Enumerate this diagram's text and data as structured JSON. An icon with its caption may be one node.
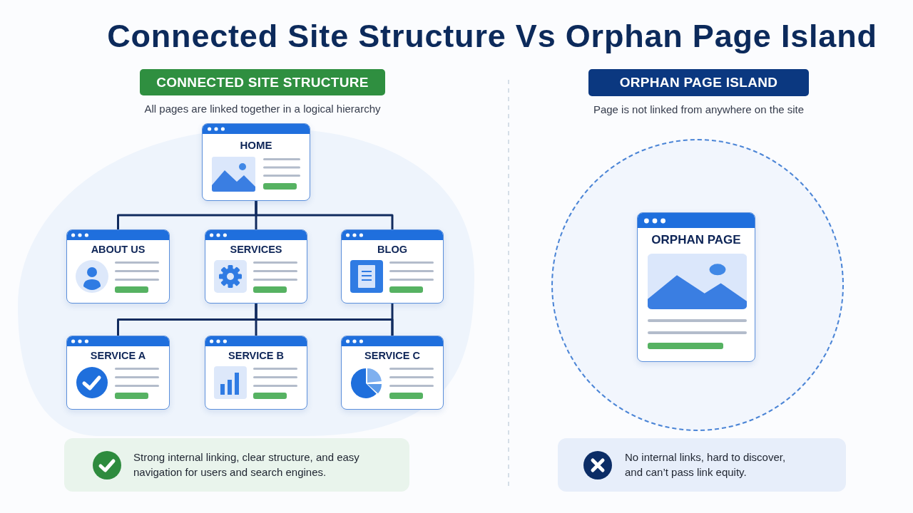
{
  "diagram": {
    "title": "Connected Site Structure Vs Orphan Page Island",
    "nodes": [
      {
        "text": [
          "CONNECTED SITE STRUCTURE"
        ],
        "beside": [
          "All pages are linked together in a logical hierarchy"
        ]
      },
      {
        "text": [
          "ORPHAN PAGE ISLAND"
        ],
        "beside": [
          "Page is not linked from anywhere on the site"
        ]
      },
      {
        "text": [
          "HOME"
        ]
      },
      {
        "text": [
          "ABOUT US"
        ]
      },
      {
        "text": [
          "SERVICES"
        ]
      },
      {
        "text": [
          "BLOG"
        ]
      },
      {
        "text": [
          "SERVICE A"
        ]
      },
      {
        "text": [
          "SERVICE B"
        ]
      },
      {
        "text": [
          "SERVICE C"
        ]
      },
      {
        "text": [],
        "shape": "circle"
      },
      {
        "text": [
          "ORPHAN PAGE"
        ],
        "in": 9
      },
      {
        "text": [
          "Strong internal linking, clear structure, and easy navigation for users and search engines."
        ]
      },
      {
        "text": [
          "No internal links, hard to discover, and can’t pass link equity."
        ]
      }
    ],
    "edges": [
      {
        "from": 2,
        "to": 3,
        "arrow": "none"
      },
      {
        "from": 2,
        "to": 4,
        "arrow": "none"
      },
      {
        "from": 2,
        "to": 5,
        "arrow": "none"
      },
      {
        "from": 4,
        "to": 6,
        "arrow": "none"
      },
      {
        "from": 4,
        "to": 7,
        "arrow": "none"
      },
      {
        "from": 4,
        "to": 8,
        "arrow": "none"
      },
      {
        "from": 5,
        "to": 8,
        "arrow": "none"
      }
    ]
  }
}
